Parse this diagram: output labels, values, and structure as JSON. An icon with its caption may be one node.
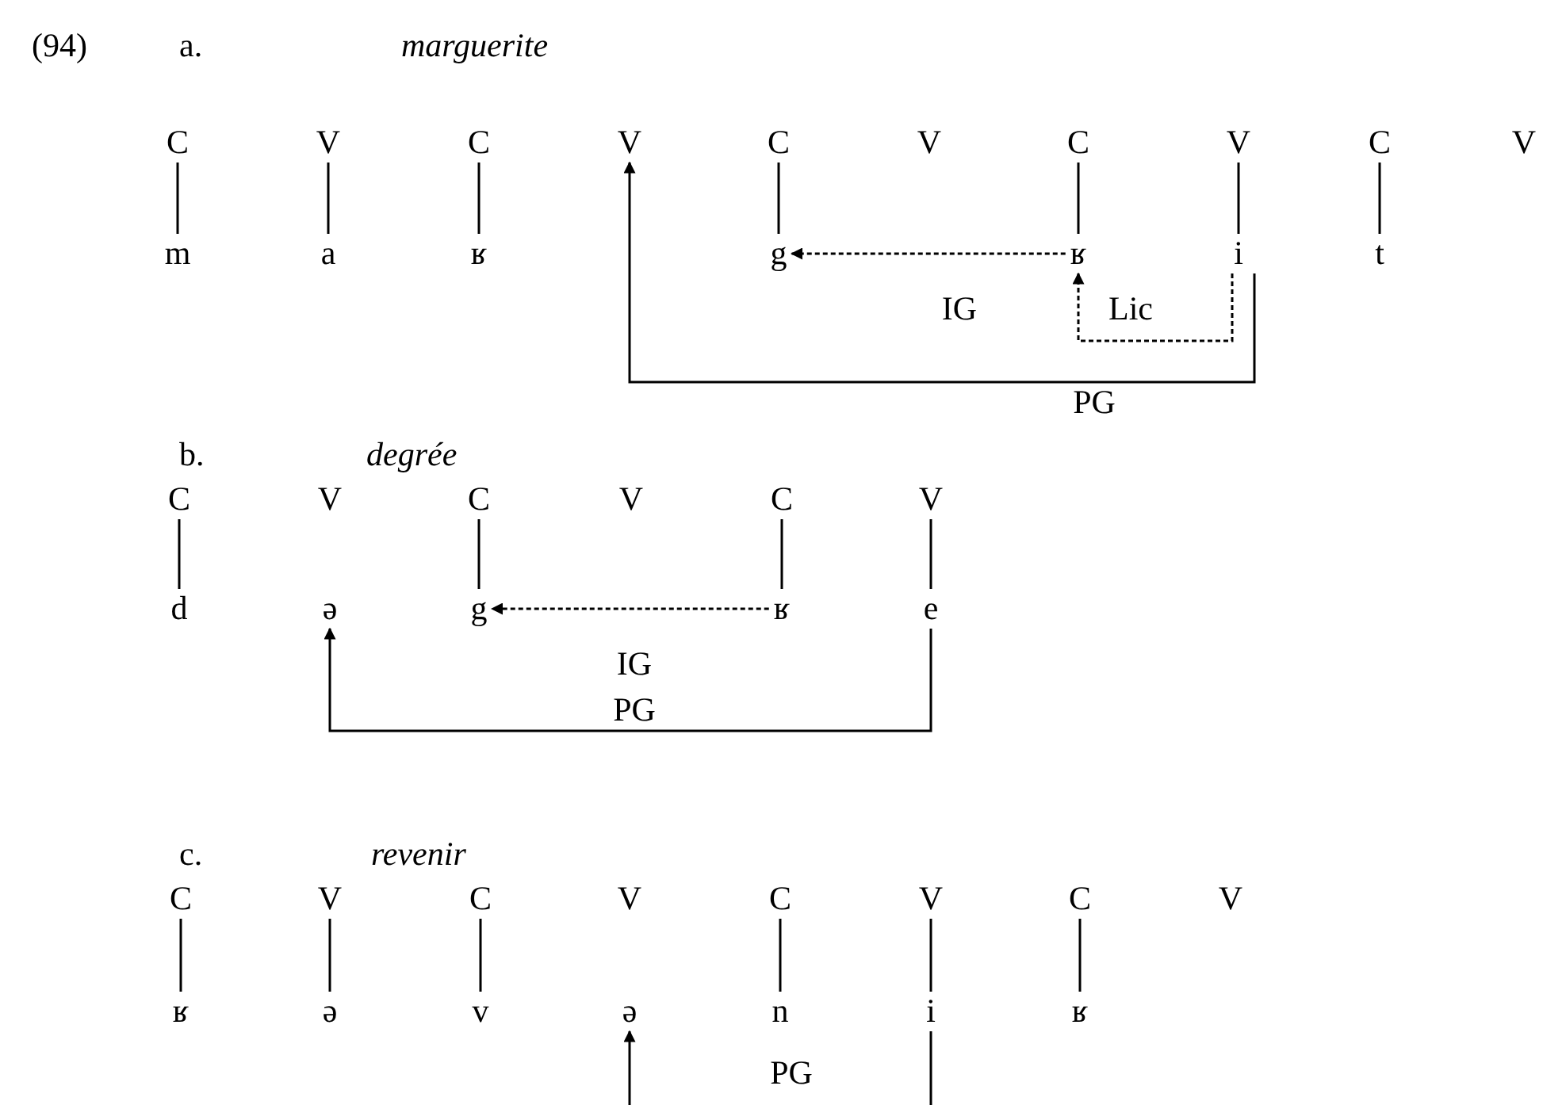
{
  "diagram": {
    "nodes": [
      {
        "text": [
          "C"
        ]
      },
      {
        "text": [
          "V"
        ]
      },
      {
        "text": [
          "C"
        ]
      },
      {
        "text": [
          "V"
        ]
      },
      {
        "text": [
          "C"
        ]
      },
      {
        "text": [
          "V"
        ]
      },
      {
        "text": [
          "C"
        ]
      },
      {
        "text": [
          "V"
        ]
      },
      {
        "text": [
          "C"
        ]
      },
      {
        "text": [
          "V"
        ]
      },
      {
        "text": [
          "m"
        ]
      },
      {
        "text": [
          "a"
        ]
      },
      {
        "text": [
          "ʁ"
        ]
      },
      {
        "text": [
          "g"
        ]
      },
      {
        "text": [
          "ʁ"
        ]
      },
      {
        "text": [
          "i"
        ]
      },
      {
        "text": [
          "t"
        ]
      },
      {
        "text": [
          "C"
        ]
      },
      {
        "text": [
          "V"
        ]
      },
      {
        "text": [
          "C"
        ]
      },
      {
        "text": [
          "V"
        ]
      },
      {
        "text": [
          "C"
        ]
      },
      {
        "text": [
          "V"
        ]
      },
      {
        "text": [
          "d"
        ]
      },
      {
        "text": [
          "ə"
        ]
      },
      {
        "text": [
          "g"
        ]
      },
      {
        "text": [
          "ʁ"
        ]
      },
      {
        "text": [
          "e"
        ]
      },
      {
        "text": [
          "C"
        ]
      },
      {
        "text": [
          "V"
        ]
      },
      {
        "text": [
          "C"
        ]
      },
      {
        "text": [
          "V"
        ]
      },
      {
        "text": [
          "C"
        ]
      },
      {
        "text": [
          "V"
        ]
      },
      {
        "text": [
          "C"
        ]
      },
      {
        "text": [
          "V"
        ]
      },
      {
        "text": [
          "ʁ"
        ]
      },
      {
        "text": [
          "ə"
        ]
      },
      {
        "text": [
          "v"
        ]
      },
      {
        "text": [
          "ə"
        ]
      },
      {
        "text": [
          "n"
        ]
      },
      {
        "text": [
          "i"
        ]
      },
      {
        "text": [
          "ʁ"
        ]
      }
    ],
    "edges": [
      {
        "from": 0,
        "to": 10,
        "arrow": "none"
      },
      {
        "from": 1,
        "to": 11,
        "arrow": "none"
      },
      {
        "from": 2,
        "to": 12,
        "arrow": "none"
      },
      {
        "from": 4,
        "to": 13,
        "arrow": "none"
      },
      {
        "from": 6,
        "to": 14,
        "arrow": "none"
      },
      {
        "from": 7,
        "to": 15,
        "arrow": "none"
      },
      {
        "from": 8,
        "to": 16,
        "arrow": "none"
      },
      {
        "from": 14,
        "to": 13,
        "arrow": "to",
        "label": "IG",
        "style": "dashed"
      },
      {
        "from": 15,
        "to": 14,
        "arrow": "to",
        "label": "Lic",
        "style": "dashed"
      },
      {
        "from": 15,
        "to": 3,
        "arrow": "to",
        "label": "PG"
      },
      {
        "from": 17,
        "to": 23,
        "arrow": "none"
      },
      {
        "from": 19,
        "to": 25,
        "arrow": "none"
      },
      {
        "from": 21,
        "to": 26,
        "arrow": "none"
      },
      {
        "from": 22,
        "to": 27,
        "arrow": "none"
      },
      {
        "from": 26,
        "to": 25,
        "arrow": "to",
        "label": "IG",
        "style": "dashed"
      },
      {
        "from": 27,
        "to": 24,
        "arrow": "to",
        "label": "PG"
      },
      {
        "from": 28,
        "to": 36,
        "arrow": "none"
      },
      {
        "from": 29,
        "to": 37,
        "arrow": "none"
      },
      {
        "from": 30,
        "to": 38,
        "arrow": "none"
      },
      {
        "from": 32,
        "to": 40,
        "arrow": "none"
      },
      {
        "from": 33,
        "to": 41,
        "arrow": "none"
      },
      {
        "from": 34,
        "to": 42,
        "arrow": "none"
      },
      {
        "from": 41,
        "to": 39,
        "arrow": "to",
        "label": "PG"
      }
    ],
    "labels": [
      "(94)",
      "a.",
      "marguerite",
      "b.",
      "degrée",
      "c.",
      "revenir"
    ]
  }
}
